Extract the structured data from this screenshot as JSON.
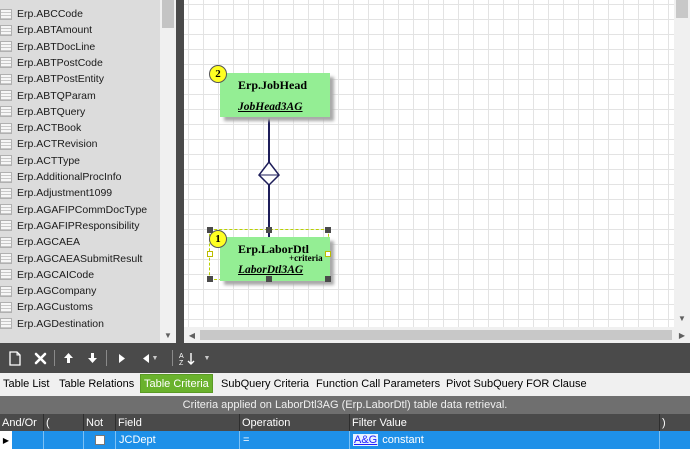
{
  "table_list": [
    "Erp.ABCCode",
    "Erp.ABTAmount",
    "Erp.ABTDocLine",
    "Erp.ABTPostCode",
    "Erp.ABTPostEntity",
    "Erp.ABTQParam",
    "Erp.ABTQuery",
    "Erp.ACTBook",
    "Erp.ACTRevision",
    "Erp.ACTType",
    "Erp.AdditionalProcInfo",
    "Erp.Adjustment1099",
    "Erp.AGAFIPCommDocType",
    "Erp.AGAFIPResponsibility",
    "Erp.AGCAEA",
    "Erp.AGCAEASubmitResult",
    "Erp.AGCAICode",
    "Erp.AGCompany",
    "Erp.AGCustoms",
    "Erp.AGDestination"
  ],
  "diagram": {
    "nodes": [
      {
        "number": "2",
        "table": "Erp.JobHead",
        "alias": "JobHead3AG"
      },
      {
        "number": "1",
        "table": "Erp.LaborDtl",
        "alias": "LaborDtl3AG",
        "criteria_label": "+criteria"
      }
    ]
  },
  "toolbar": {
    "new_icon": "new-document-icon",
    "delete_icon": "delete-x-icon",
    "up_icon": "arrow-up-icon",
    "down_icon": "arrow-down-icon",
    "play_icon": "play-right-icon",
    "left_icon": "triangle-left-icon",
    "sort_icon": "sort-az-icon"
  },
  "tabs": [
    {
      "label": "Table List"
    },
    {
      "label": "Table Relations"
    },
    {
      "label": "Table Criteria",
      "active": true
    },
    {
      "label": "SubQuery Criteria"
    },
    {
      "label": "Function Call Parameters"
    },
    {
      "label": "Pivot SubQuery FOR Clause"
    }
  ],
  "grid": {
    "caption": "Criteria applied on LaborDtl3AG (Erp.LaborDtl) table data retrieval.",
    "columns": [
      "And/Or",
      "(",
      "Not",
      "Field",
      "Operation",
      "Filter Value",
      ")"
    ],
    "row": {
      "and_or": "",
      "open_paren": "",
      "not_checked": false,
      "field": "JCDept",
      "operation": "=",
      "filter_value_link": "A&G",
      "filter_value_type": "constant",
      "close_paren": ""
    }
  },
  "colors": {
    "node_fill": "#94ee94",
    "badge_fill": "#ffff22",
    "active_tab": "#6ab22d",
    "selected_row": "#1e90e8",
    "toolbar": "#4a4a4a"
  }
}
